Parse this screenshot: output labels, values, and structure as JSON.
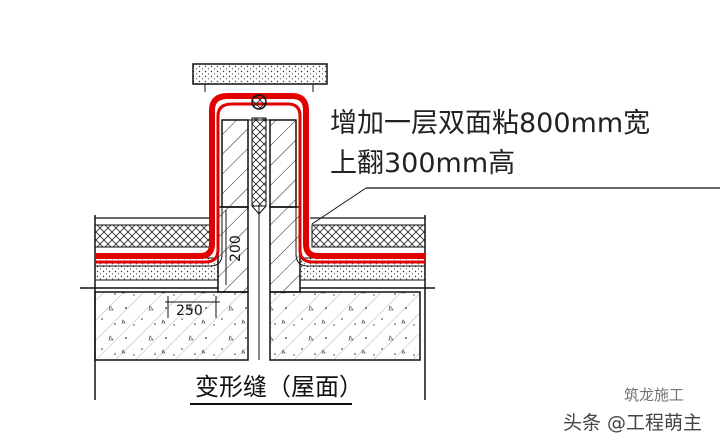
{
  "callout": {
    "line1": "增加一层双面粘800mm宽",
    "line2": "上翻300mm高"
  },
  "dimensions": {
    "horizontal": "250",
    "vertical": "200"
  },
  "caption": "变形缝（屋面）",
  "watermark": {
    "main": "头条 @工程萌主",
    "small": "筑龙施工"
  },
  "colors": {
    "membrane": "#e30000",
    "line": "#111111",
    "background": "#ffffff"
  }
}
